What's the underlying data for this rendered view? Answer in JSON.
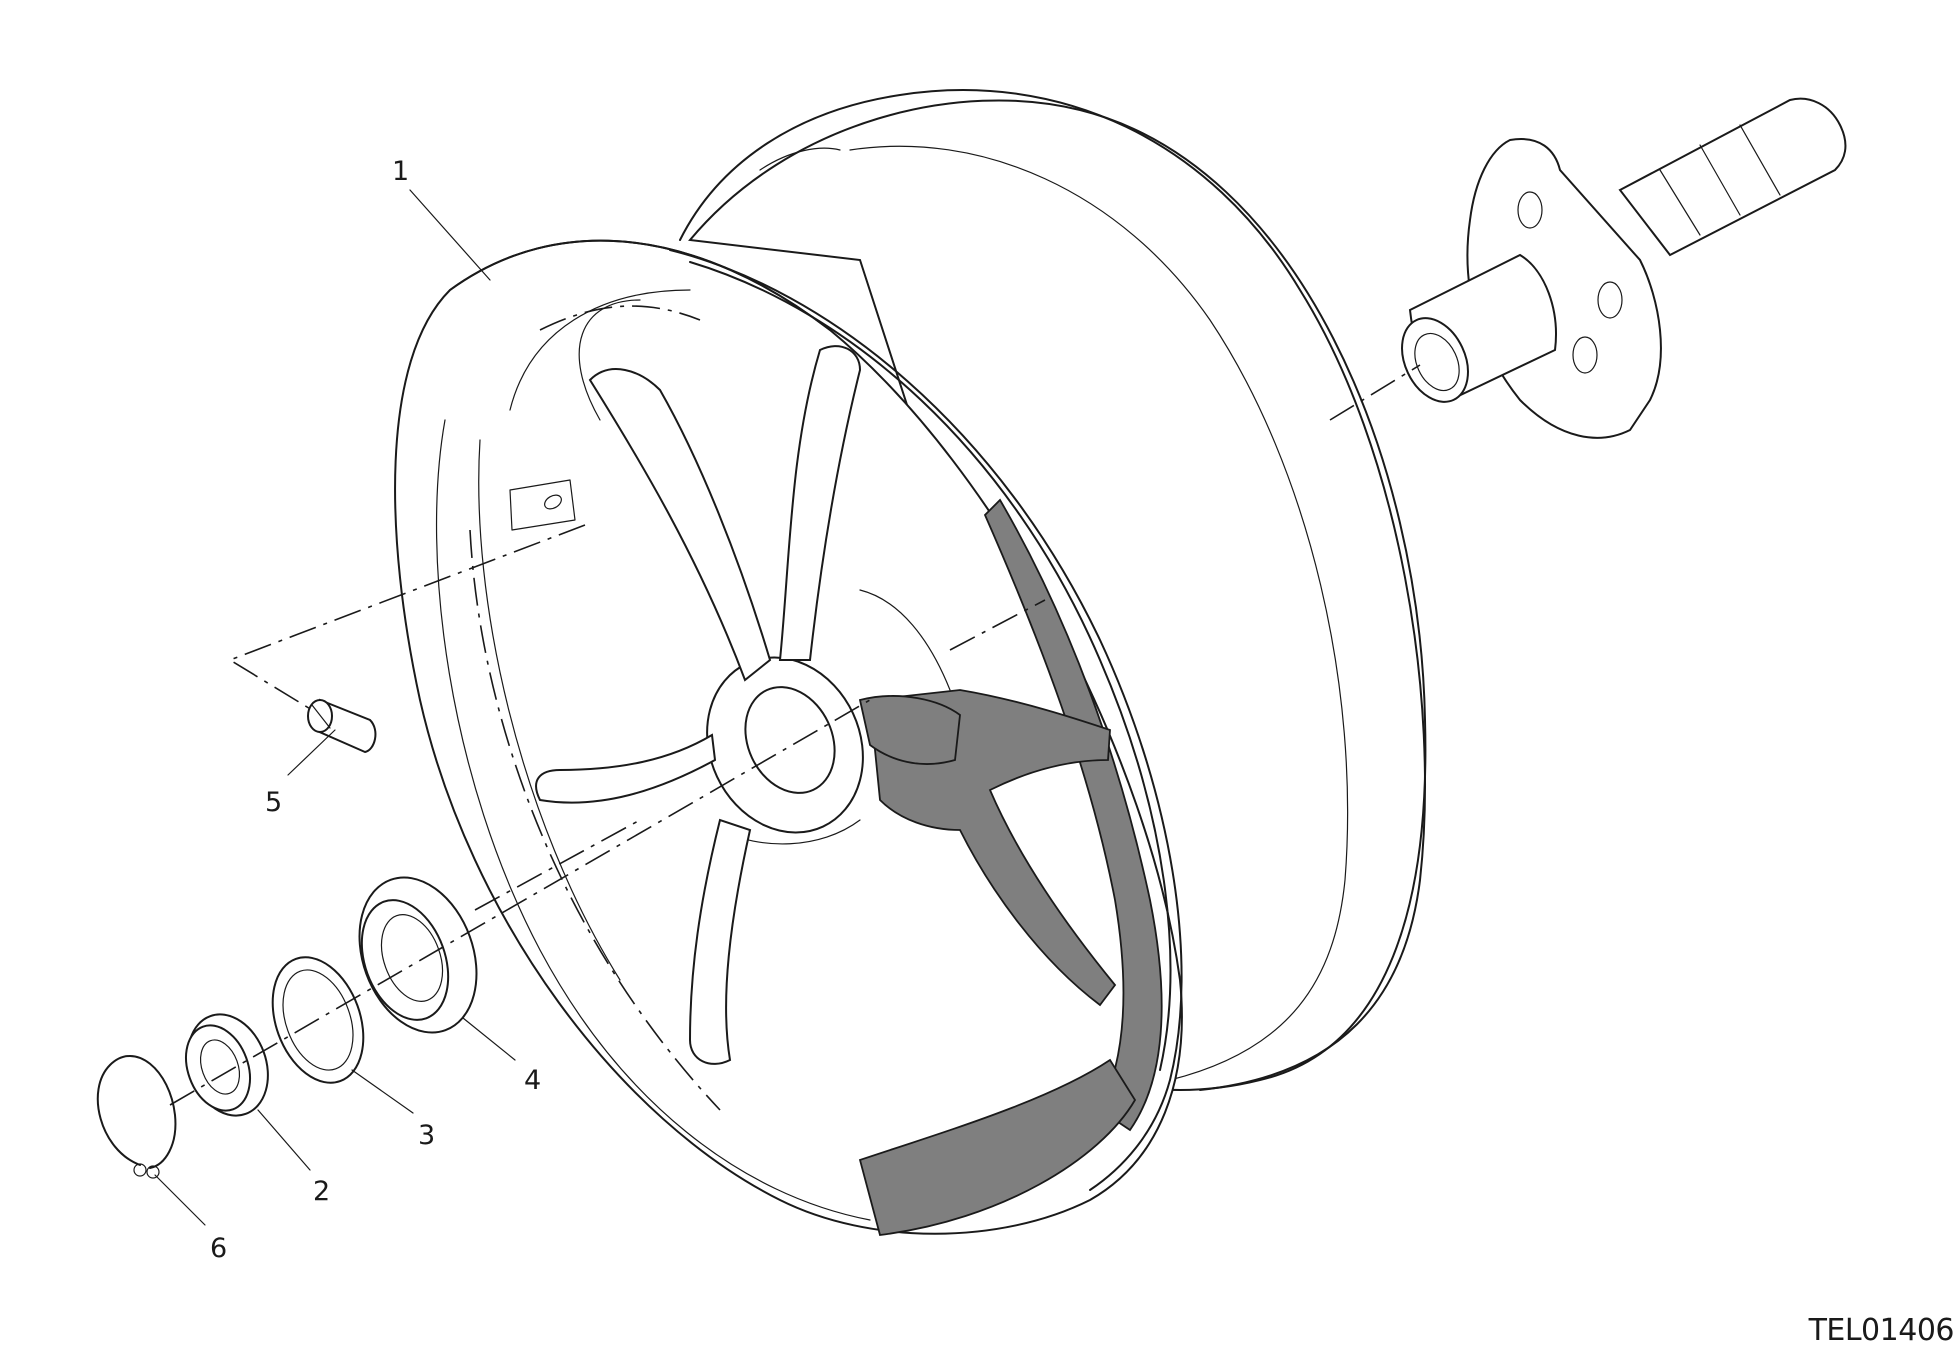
{
  "drawing": {
    "code": "TEL01406",
    "callouts": [
      {
        "number": "1",
        "part": "wheel-rim"
      },
      {
        "number": "2",
        "part": "ring-nut"
      },
      {
        "number": "3",
        "part": "washer"
      },
      {
        "number": "4",
        "part": "bearing-seal"
      },
      {
        "number": "5",
        "part": "valve"
      },
      {
        "number": "6",
        "part": "circlip"
      }
    ]
  }
}
